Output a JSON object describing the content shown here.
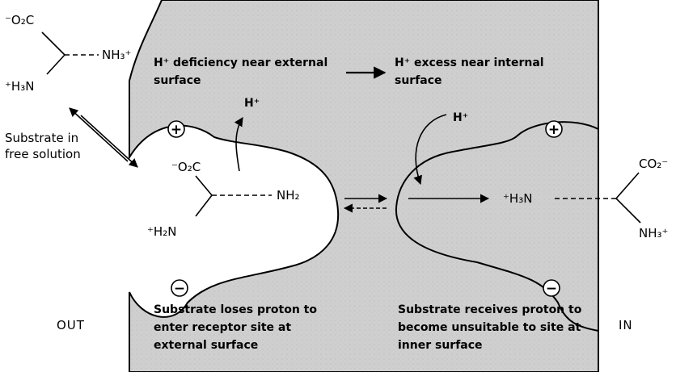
{
  "free_substrate": {
    "carboxylate": "⁻O₂C",
    "amine": "NH₃⁺",
    "ammonium": "⁺H₃N"
  },
  "free_solution_label": {
    "line1": "Substrate in",
    "line2": "free solution"
  },
  "header_left": {
    "line1": "H⁺ deficiency near external",
    "line2": "surface"
  },
  "header_right": {
    "line1": "H⁺ excess near internal",
    "line2": "surface"
  },
  "outer_site": {
    "proton": "H⁺",
    "carboxylate": "⁻O₂C",
    "amine": "NH₂",
    "ammonium": "⁺H₂N",
    "plus_charge": "+",
    "minus_charge": "−"
  },
  "inner_site": {
    "proton": "H⁺",
    "ammonium": "⁺H₃N",
    "carboxylate": "CO₂⁻",
    "amine": "NH₃⁺",
    "plus_charge": "+",
    "minus_charge": "−"
  },
  "caption_left": {
    "line1": "Substrate loses proton to",
    "line2": "enter receptor site at",
    "line3": "external surface"
  },
  "caption_right": {
    "line1": "Substrate receives proton to",
    "line2": "become unsuitable to site at",
    "line3": "inner surface"
  },
  "side_labels": {
    "out": "OUT",
    "in": "IN"
  },
  "colors": {
    "membrane": "#cfcfcf",
    "ink": "#000000",
    "background": "#ffffff"
  }
}
